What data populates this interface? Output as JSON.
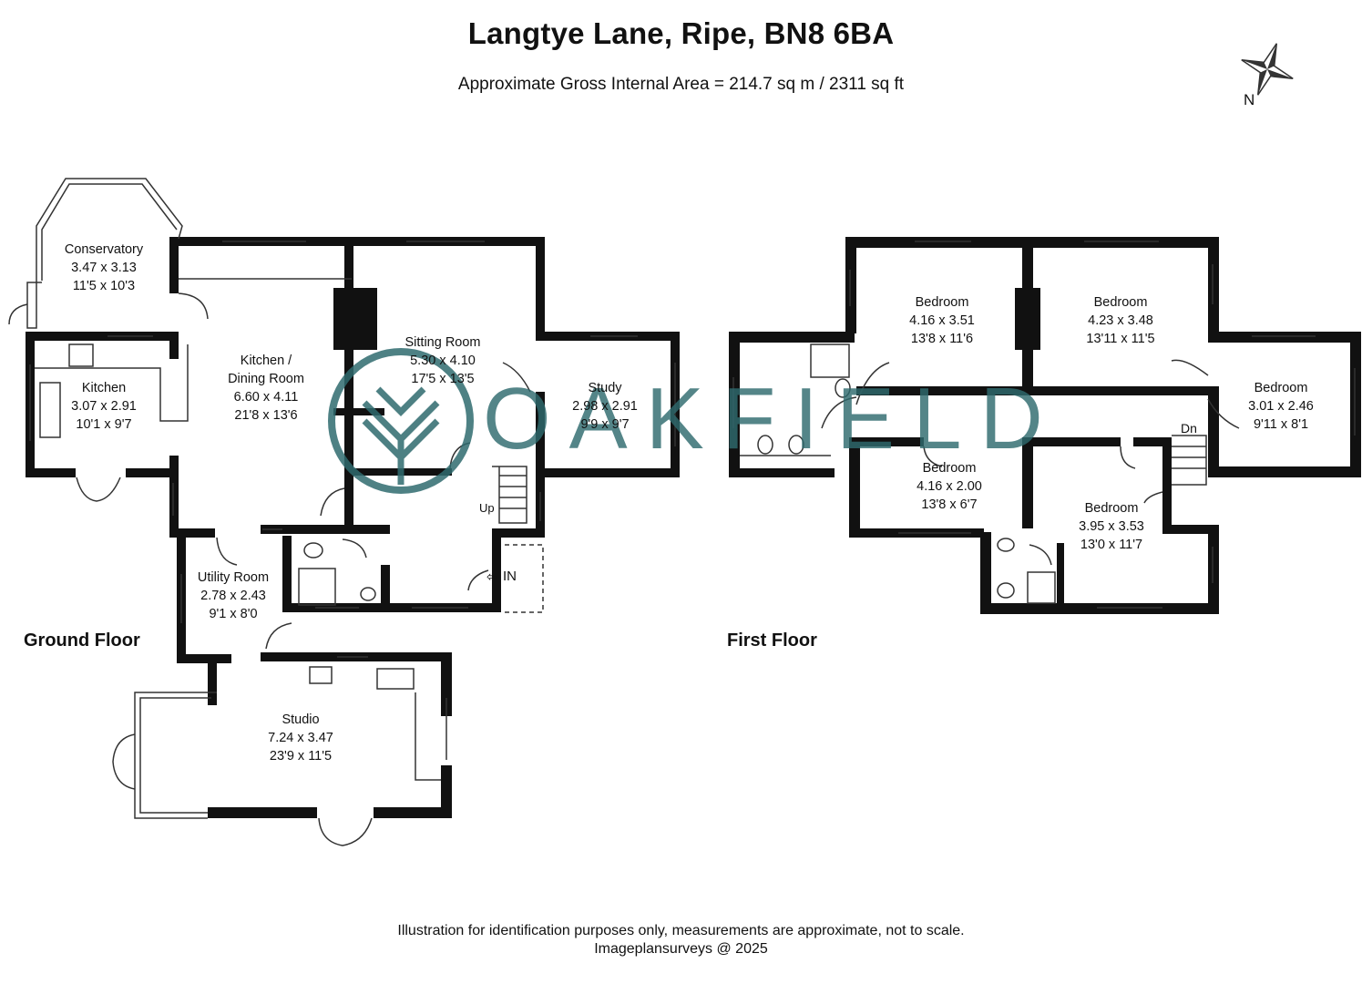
{
  "header": {
    "title": "Langtye Lane, Ripe, BN8 6BA",
    "subtitle": "Approximate Gross Internal Area = 214.7 sq m / 2311 sq ft"
  },
  "compass": {
    "north_label": "N",
    "icon": "compass-rose-icon"
  },
  "watermark": {
    "text": "OAKFIELD",
    "icon": "oakfield-logo-icon",
    "color": "#2f6b6e"
  },
  "floors": [
    {
      "label": "Ground Floor"
    },
    {
      "label": "First Floor"
    }
  ],
  "rooms": {
    "conservatory": {
      "name": "Conservatory",
      "metric": "3.47 x 3.13",
      "imperial": "11'5 x 10'3"
    },
    "kitchen": {
      "name": "Kitchen",
      "metric": "3.07 x 2.91",
      "imperial": "10'1 x 9'7"
    },
    "kitchen_dining": {
      "name_line1": "Kitchen /",
      "name_line2": "Dining Room",
      "metric": "6.60 x 4.11",
      "imperial": "21'8 x 13'6"
    },
    "sitting_room": {
      "name": "Sitting Room",
      "metric": "5.30 x 4.10",
      "imperial": "17'5 x 13'5"
    },
    "study": {
      "name": "Study",
      "metric": "2.98 x 2.91",
      "imperial": "9'9 x 9'7"
    },
    "utility": {
      "name": "Utility Room",
      "metric": "2.78 x 2.43",
      "imperial": "9'1 x 8'0"
    },
    "studio": {
      "name": "Studio",
      "metric": "7.24 x 3.47",
      "imperial": "23'9 x 11'5"
    },
    "bedroom1": {
      "name": "Bedroom",
      "metric": "4.16 x 3.51",
      "imperial": "13'8 x 11'6"
    },
    "bedroom2": {
      "name": "Bedroom",
      "metric": "4.23 x 3.48",
      "imperial": "13'11 x 11'5"
    },
    "bedroom3": {
      "name": "Bedroom",
      "metric": "3.01 x 2.46",
      "imperial": "9'11 x 8'1"
    },
    "bedroom4": {
      "name": "Bedroom",
      "metric": "4.16 x 2.00",
      "imperial": "13'8 x 6'7"
    },
    "bedroom5": {
      "name": "Bedroom",
      "metric": "3.95 x 3.53",
      "imperial": "13'0 x 11'7"
    }
  },
  "annotations": {
    "up": "Up",
    "down": "Dn",
    "entrance": "IN"
  },
  "footer": {
    "line1": "Illustration for identification purposes only, measurements are approximate, not to scale.",
    "line2": "Imageplansurveys @ 2025"
  }
}
